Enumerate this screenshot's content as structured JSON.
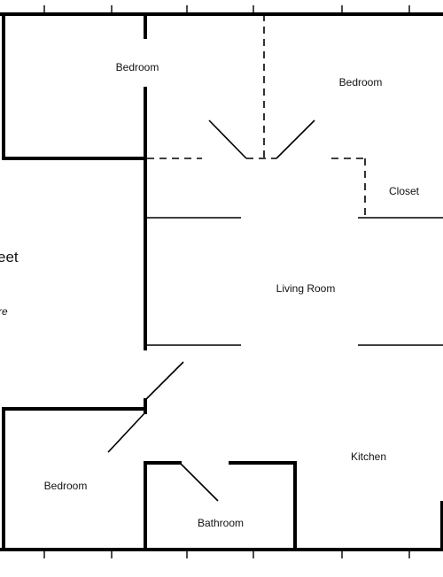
{
  "rooms": {
    "bedroom_top_left": "Bedroom",
    "bedroom_top_right": "Bedroom",
    "closet": "Closet",
    "living_room": "Living Room",
    "kitchen": "Kitchen",
    "bedroom_bottom_left": "Bedroom",
    "bathroom": "Bathroom"
  },
  "partial_text": {
    "square_feet": "eet",
    "footnote": "re"
  }
}
